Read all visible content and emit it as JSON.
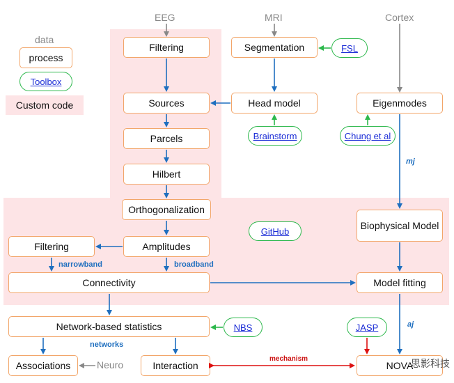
{
  "legend": {
    "data_label": "data",
    "process_label": "process",
    "toolbox_label": "Toolbox",
    "custom_code_label": "Custom code"
  },
  "inputs": {
    "eeg": "EEG",
    "mri": "MRI",
    "cortex": "Cortex",
    "neuro": "Neuro"
  },
  "processes": {
    "filtering_top": "Filtering",
    "sources": "Sources",
    "parcels": "Parcels",
    "hilbert": "Hilbert",
    "orthogonalization": "Orthogonalization",
    "amplitudes": "Amplitudes",
    "filtering_left": "Filtering",
    "connectivity": "Connectivity",
    "network_based_statistics": "Network-based statistics",
    "associations": "Associations",
    "interaction": "Interaction",
    "segmentation": "Segmentation",
    "head_model": "Head model",
    "eigenmodes": "Eigenmodes",
    "biophysical_model": "Biophysical Model",
    "model_fitting": "Model fitting",
    "nova": "NOVA"
  },
  "toolboxes": {
    "fsl": "FSL",
    "brainstorm": "Brainstorm",
    "chung": "Chung et al",
    "github": "GitHub",
    "nbs": "NBS",
    "jasp": "JASP"
  },
  "edge_labels": {
    "narrowband": "narrowband",
    "broadband": "broadband",
    "networks": "networks",
    "mechanism": "mechanism",
    "mj": "mj",
    "aj": "aj"
  },
  "watermark": "思影科技",
  "colors": {
    "process_border": "#f2a66a",
    "toolbox_border": "#2db84c",
    "custom_code_bg": "#fde4e6",
    "flow_arrow": "#1f6fbf",
    "data_arrow": "#888888",
    "toolbox_arrow": "#2db84c",
    "mechanism_arrow": "#dd1111"
  }
}
